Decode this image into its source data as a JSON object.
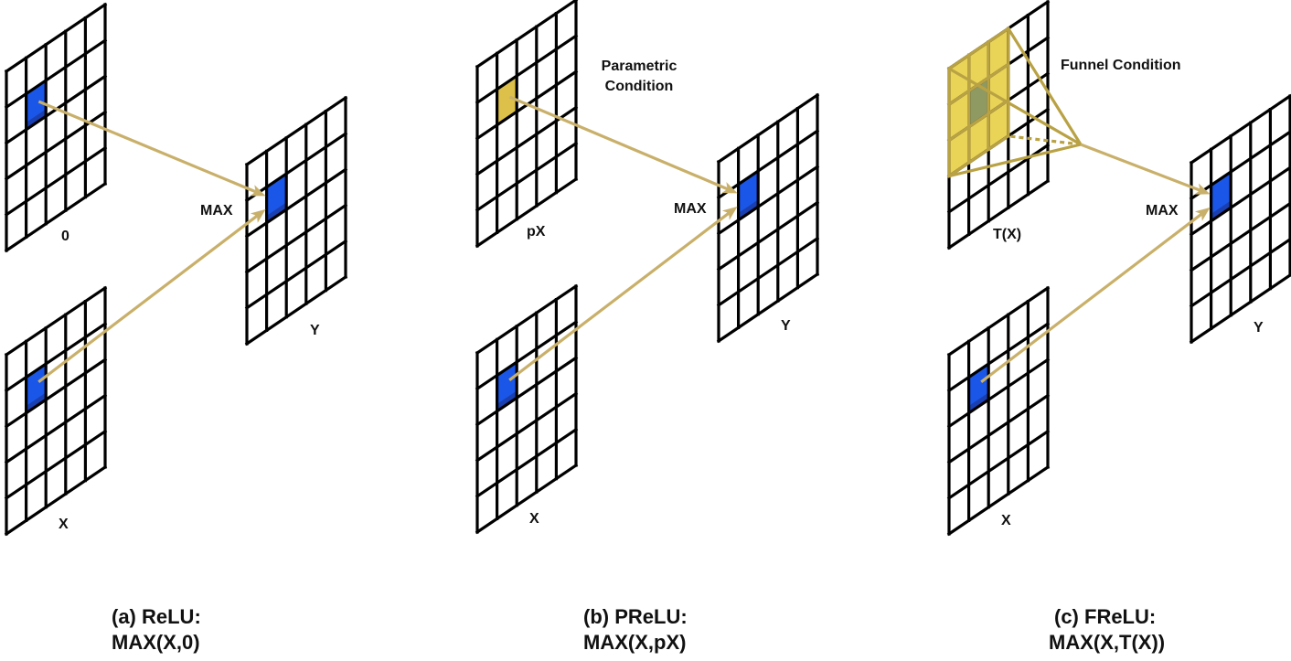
{
  "colors": {
    "grid_line": "#000000",
    "highlight_blue": "#1a56e8",
    "highlight_blue_dark": "#1a3fb0",
    "param_yellow": "#dcc04a",
    "funnel_yellow": "#e9d458",
    "funnel_center": "#8f9a63",
    "funnel_line": "#b9a244",
    "arrow": "#c9b06a"
  },
  "grid": {
    "rows": 5,
    "cols": 5
  },
  "panels": [
    {
      "id": "relu",
      "caption_line1": "(a) ReLU:",
      "caption_line2": "MAX(X,0)",
      "top_map_label": "0",
      "top_map_highlight": "blue",
      "input_label": "X",
      "output_label": "Y",
      "op_label": "MAX",
      "annotation": ""
    },
    {
      "id": "prelu",
      "caption_line1": "(b) PReLU:",
      "caption_line2": "MAX(X,pX)",
      "top_map_label": "pX",
      "top_map_highlight": "yellow",
      "input_label": "X",
      "output_label": "Y",
      "op_label": "MAX",
      "annotation_line1": "Parametric",
      "annotation_line2": "Condition"
    },
    {
      "id": "frelu",
      "caption_line1": "(c) FReLU:",
      "caption_line2": "MAX(X,T(X))",
      "top_map_label": "T(X)",
      "top_map_highlight": "funnel",
      "input_label": "X",
      "output_label": "Y",
      "op_label": "MAX",
      "annotation_line1": "Funnel Condition"
    }
  ]
}
